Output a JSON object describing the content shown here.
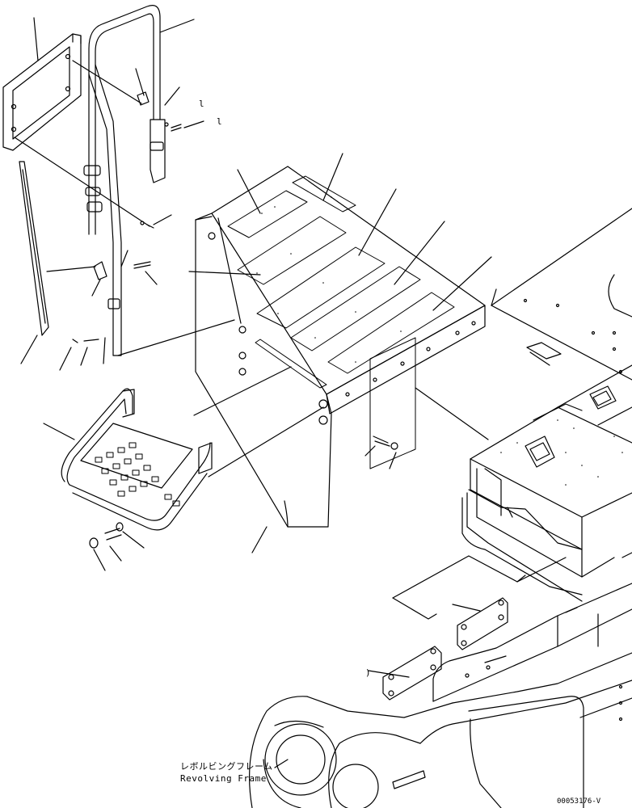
{
  "caption": {
    "japanese": "レボルビングフレーム",
    "english": "Revolving Frame"
  },
  "drawing_code": "00053176-V",
  "callout_marks": {
    "mark_1": "l",
    "mark_2": "l",
    "mark_3": ")"
  }
}
